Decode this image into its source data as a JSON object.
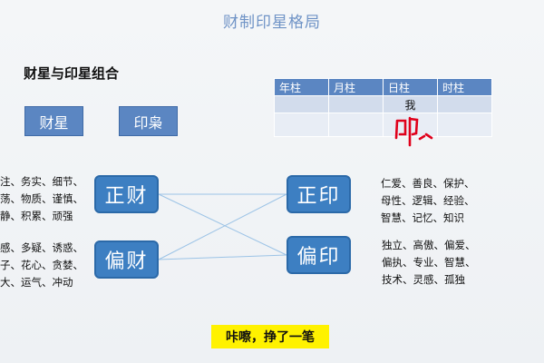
{
  "title": "财制印星格局",
  "subtitle": "财星与印星组合",
  "buttons": {
    "caixing": "财星",
    "yinxiao": "印枭"
  },
  "boxes": {
    "zhengcai": "正财",
    "piancai": "偏财",
    "zhengyin": "正印",
    "pianyin": "偏印"
  },
  "left_text": {
    "zhengcai": [
      "注、务实、细节、",
      "荡、物质、谨慎、",
      "静、积累、顽强"
    ],
    "piancai": [
      "感、多疑、诱惑、",
      "子、花心、贪婪、",
      "大、运气、冲动"
    ]
  },
  "right_text": {
    "zhengyin": [
      "仁爱、善良、保护、",
      "母性、逻辑、经验、",
      "智慧、记忆、知识"
    ],
    "pianyin": [
      "独立、高傲、偏爱、",
      "偏执、专业、智慧、",
      "技术、灵感、孤独"
    ]
  },
  "table": {
    "headers": [
      "年柱",
      "月柱",
      "日柱",
      "时柱"
    ],
    "row1_day": "我"
  },
  "banner": "咔嚓，挣了一笔",
  "colors": {
    "box_blue": "#3d7fc2",
    "header_blue": "#5b86c2",
    "banner_yellow": "#fff200",
    "handwriting_red": "#e0001b"
  }
}
